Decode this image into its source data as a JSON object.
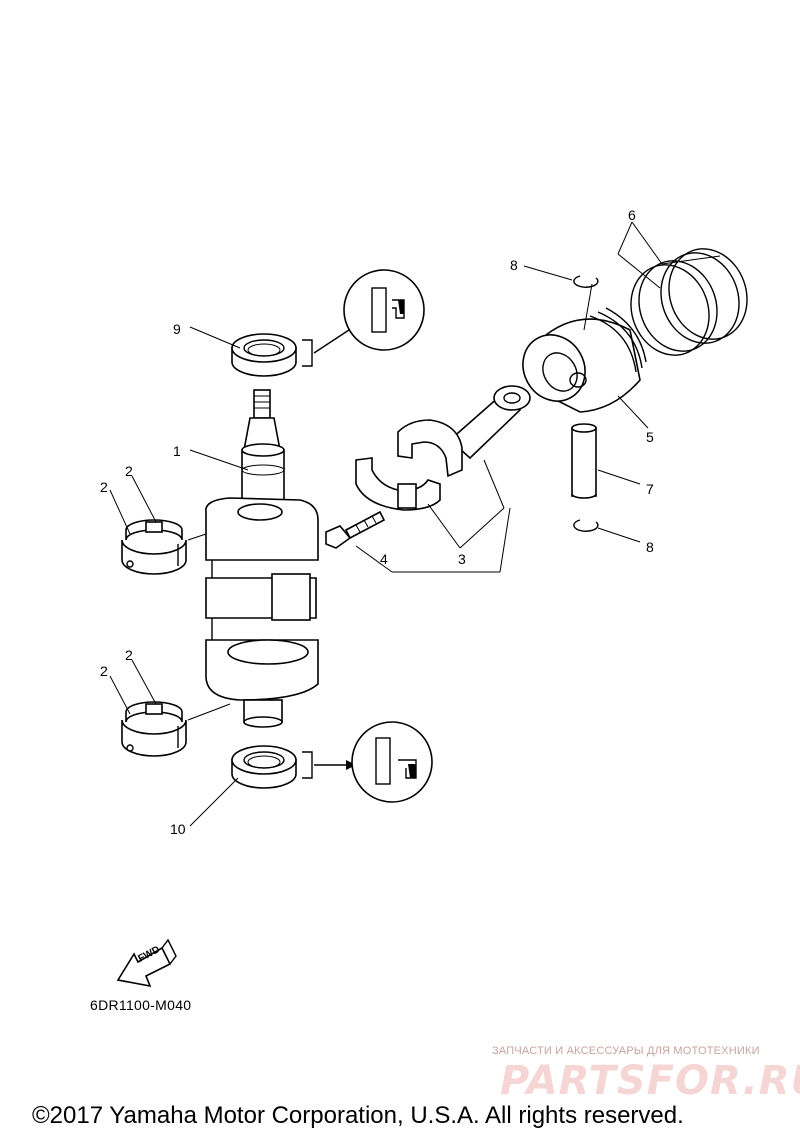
{
  "callouts": {
    "n1": "1",
    "n2": "2",
    "n3": "3",
    "n4": "4",
    "n5": "5",
    "n6": "6",
    "n7": "7",
    "n8": "8",
    "n9": "9",
    "n10": "10"
  },
  "fwd_label": "FWD",
  "diagram_code": "6DR1100-M040",
  "watermark": {
    "tagline": "ЗАПЧАСТИ И АКСЕССУАРЫ ДЛЯ МОТОТЕХНИКИ",
    "logo": "PARTSFOR.RU"
  },
  "copyright": "©2017 Yamaha Motor Corporation, U.S.A. All rights reserved."
}
